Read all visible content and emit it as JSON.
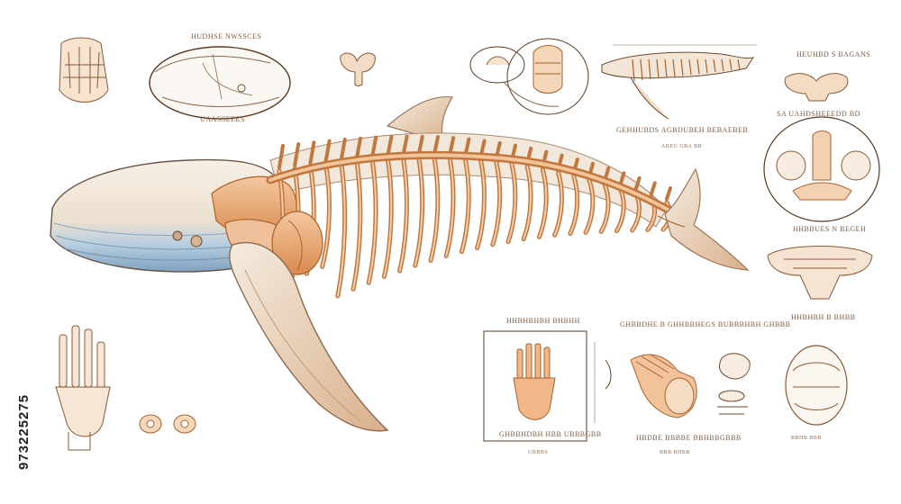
{
  "image": {
    "subject": "Whale skeleton anatomy illustration",
    "stock_id": "973225275",
    "labels": {
      "top_jaw_label": "HUDHSE NWSSCES",
      "jaw_bottom_label": "UAASSEEES",
      "right_title_1": "HEUHBD S BAGANS",
      "right_title_2": "SA UAHDSHEEEDD BD",
      "right_title_3": "HHBBUES N BEGEH",
      "right_title_4": "HHBHBH B BHBB",
      "right_bottom_small": "BBHB BBB",
      "spine_caption": "GEHHUBDS AGBDUBEH BEBAEBEB",
      "spine_caption_small": "ABEG GBA BB",
      "box_title": "HHBHBHBH BHBHH",
      "box_caption": "GHBBHDBH HBB UBBBGBB",
      "box_small": "GBBBS",
      "mid_title": "GHBBDHE B GHHBBHEGS BUBBBHBH GHBBB",
      "mid_caption": "HBDBE BBBBE BBHBBGBBB",
      "mid_small": "BBB BHBB"
    },
    "colors": {
      "bone": "#e8a874",
      "bone_outline": "#b86a32",
      "skin_light": "#f5ede2",
      "skin_blue": "#a8c4d8",
      "ink": "#5a3a22"
    },
    "icons": [
      "whale-skeleton",
      "flipper-bones",
      "skull-diagram",
      "vertebra",
      "hand-bones",
      "pelvis-diagram"
    ]
  }
}
